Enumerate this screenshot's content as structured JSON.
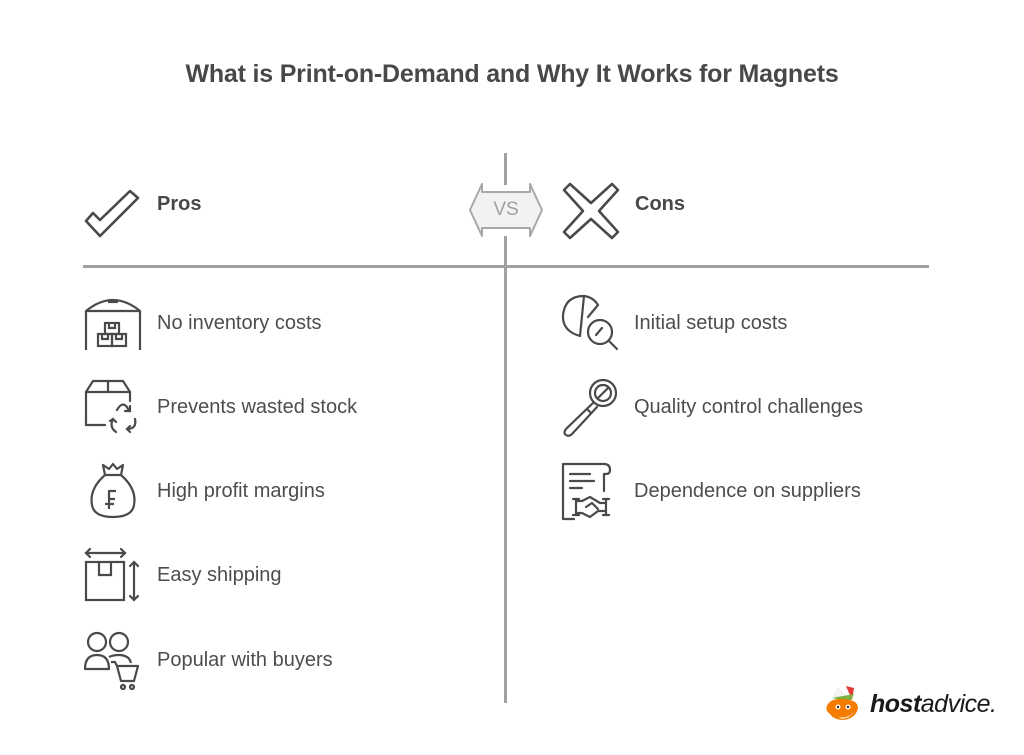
{
  "title": "What is Print-on-Demand and Why It Works for Magnets",
  "vs_label": "VS",
  "pros": {
    "heading": "Pros",
    "icon": "checkmark-icon",
    "items": [
      {
        "label": "No inventory costs",
        "icon": "warehouse-boxes-icon"
      },
      {
        "label": "Prevents wasted stock",
        "icon": "box-recycle-icon"
      },
      {
        "label": "High profit margins",
        "icon": "money-bag-icon"
      },
      {
        "label": "Easy shipping",
        "icon": "package-dimensions-icon"
      },
      {
        "label": "Popular with buyers",
        "icon": "people-cart-icon"
      }
    ]
  },
  "cons": {
    "heading": "Cons",
    "icon": "x-mark-icon",
    "items": [
      {
        "label": "Initial setup costs",
        "icon": "pie-chart-magnifier-icon"
      },
      {
        "label": "Quality control challenges",
        "icon": "magnifier-block-icon"
      },
      {
        "label": "Dependence on suppliers",
        "icon": "contract-handshake-icon"
      }
    ]
  },
  "brand": {
    "bold": "host",
    "light": "advice."
  },
  "colors": {
    "text": "#4d4d4d",
    "lines": "#a0a0a0",
    "vs_fill": "#f2f2f2"
  }
}
